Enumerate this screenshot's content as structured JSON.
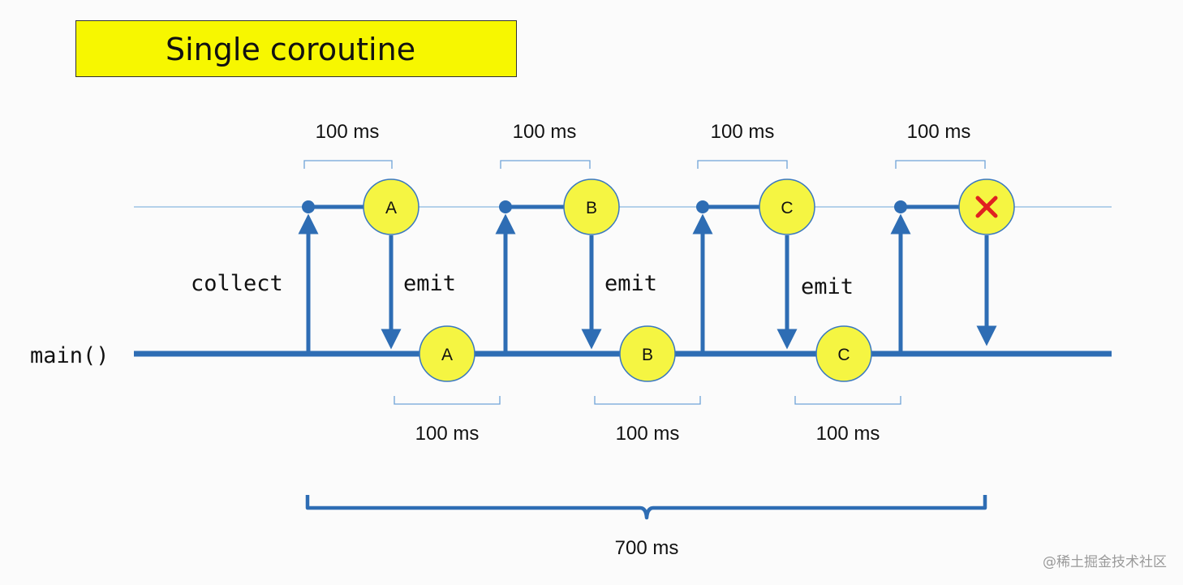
{
  "title": "Single coroutine",
  "labels": {
    "main": "main()",
    "collect": "collect",
    "emit": "emit",
    "duration": "100 ms",
    "total": "700 ms"
  },
  "values": [
    "A",
    "B",
    "C"
  ],
  "cancel_icon": "cross-icon",
  "watermark": "@稀土掘金技术社区",
  "colors": {
    "line": "#2e6db4",
    "thin_line": "#9cc3e5",
    "node_fill": "#f5f542",
    "node_stroke": "#3a78bf",
    "cancel_mark": "#e02020",
    "bracket": "#2e6db4",
    "title_bg": "#f7f700"
  }
}
